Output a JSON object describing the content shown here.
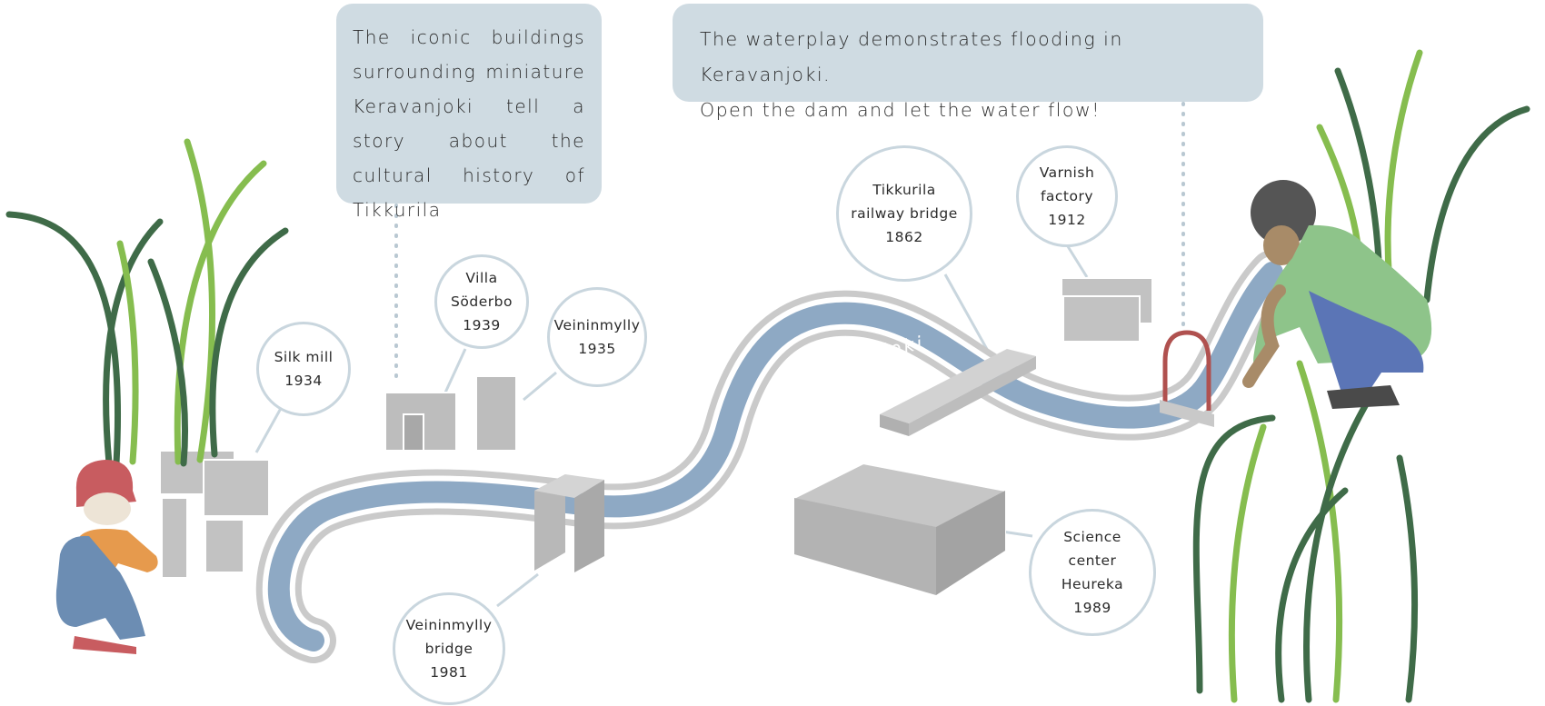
{
  "notes": {
    "buildings_story": "The iconic buildings surrounding miniature Keravanjoki tell a story about the cultural history of Tikkurila",
    "waterplay": [
      "The waterplay demonstrates flooding in Keravanjoki.",
      "Open the dam and let the water flow!"
    ]
  },
  "river_name": "Keravanjoki",
  "labels": {
    "silk_mill": [
      "Silk mill",
      "1934"
    ],
    "villa_soderbo": [
      "Villa",
      "Söderbo",
      "1939"
    ],
    "veininmylly": [
      "Veininmylly",
      "1935"
    ],
    "veininmylly_bridge": [
      "Veininmylly",
      "bridge",
      "1981"
    ],
    "railway_bridge": [
      "Tikkurila",
      "railway bridge",
      "1862"
    ],
    "varnish_factory": [
      "Varnish",
      "factory",
      "1912"
    ],
    "heureka": [
      "Science",
      "center",
      "Heureka",
      "1989"
    ]
  },
  "colors": {
    "note_bg": "#cfdbe2",
    "label_border": "#c9d6de",
    "river_water": "#8ea9c4",
    "river_bank": "#c9c9c9",
    "building": "#c6c6c6",
    "grass_dark": "#3f6b48",
    "grass_light": "#86bd4f"
  }
}
